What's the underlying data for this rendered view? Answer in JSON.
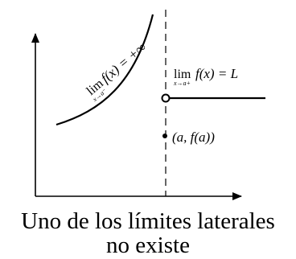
{
  "diagram": {
    "left_limit": {
      "lim": "lim",
      "sub": "x→a⁻",
      "expr": "f(x) = +∞"
    },
    "right_limit": {
      "lim": "lim",
      "sub": "x→a+",
      "expr": "f(x) = L"
    },
    "point_label": "(a, f(a))",
    "caption": {
      "line1": "Uno de los límites laterales",
      "line2": "no existe"
    }
  }
}
